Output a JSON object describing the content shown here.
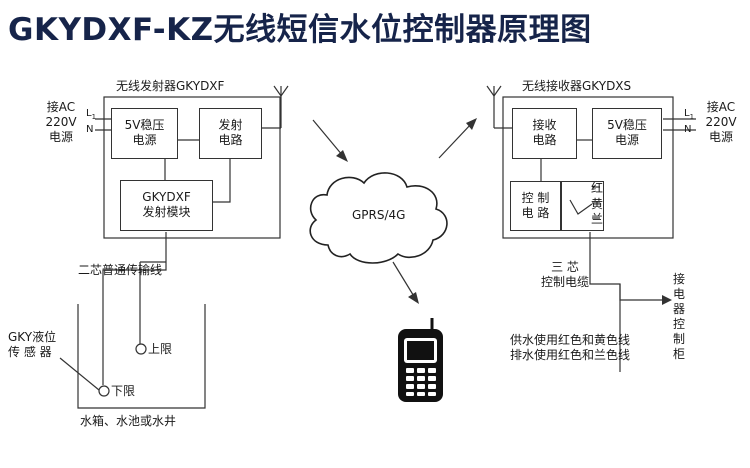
{
  "title": "GKYDXF-KZ无线短信水位控制器原理图",
  "transmitter": {
    "label": "无线发射器GKYDXF",
    "power_in": [
      "接AC",
      "220V",
      "电源"
    ],
    "terminal_l": "L",
    "terminal_l_sub": "1",
    "terminal_n": "N",
    "psu": [
      "5V稳压",
      "电源"
    ],
    "tx_circuit": [
      "发射",
      "电路"
    ],
    "module": [
      "GKYDXF",
      "发射模块"
    ]
  },
  "receiver": {
    "label": "无线接收器GKYDXS",
    "rx_circuit": [
      "接收",
      "电路"
    ],
    "psu": [
      "5V稳压",
      "电源"
    ],
    "control": [
      "控  制",
      "电  路"
    ],
    "wires": [
      "红",
      "黄",
      "兰"
    ],
    "power_in": [
      "接AC",
      "220V",
      "电源"
    ],
    "terminal_l": "L",
    "terminal_l_sub": "1",
    "terminal_n": "N"
  },
  "network": {
    "label": "GPRS/4G"
  },
  "cable_two_core": "二芯普通传输线",
  "sensor": {
    "label": [
      "GKY液位",
      "传 感 器"
    ],
    "upper": "上限",
    "lower": "下限"
  },
  "tank": "水箱、水池或水井",
  "cable_three_core": [
    "三  芯",
    "控制电缆"
  ],
  "cabinet": "接电器控制柜",
  "notes": [
    "供水使用红色和黄色线",
    "排水使用红色和兰色线"
  ]
}
